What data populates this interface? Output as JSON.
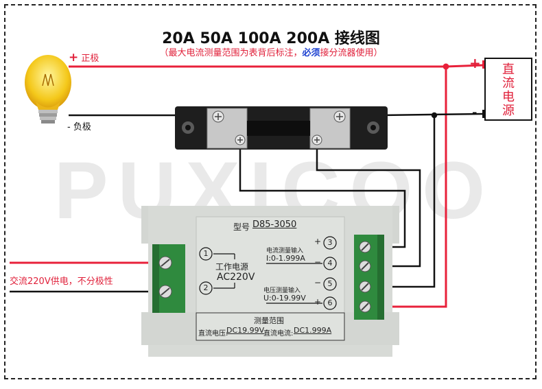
{
  "title": "20A  50A 100A 200A 接线图",
  "subtitle_pre": "（最大电流测量范围为表背后标注，",
  "subtitle_must": "必须",
  "subtitle_post": "接分流器使用）",
  "watermark": "PUXICOO",
  "bulb_pos_sign": "+",
  "bulb_pos_label": "正极",
  "bulb_neg_label": "- 负极",
  "dc_source": [
    "直",
    "流",
    "电",
    "源"
  ],
  "dc_plus": "+",
  "dc_minus": "-",
  "ac_label": "交流220V供电，不分极性",
  "meter": {
    "model_label": "型号",
    "model": "D85-3050",
    "t1": "1",
    "t2": "2",
    "power_label": "工作电源",
    "power_value": "AC220V",
    "current_input_label": "电流测量输入",
    "current_range": "I:0-1.999A",
    "voltage_input_label": "电压测量输入",
    "voltage_range": "U:0-19.99V",
    "t3": "3",
    "t4": "4",
    "t5": "5",
    "t6": "6",
    "sign3": "+",
    "sign4": "−",
    "sign5": "−",
    "sign6": "+",
    "range_title": "测量范围",
    "dcv_label": "直流电压:",
    "dcv_value": "DC19.99V",
    "dci_label": "直流电流:",
    "dci_value": "DC1.999A"
  },
  "colors": {
    "red_wire": "#e8203a",
    "black_wire": "#111111",
    "terminal_green": "#2f8a3e",
    "meter_body": "#d7dad6"
  }
}
